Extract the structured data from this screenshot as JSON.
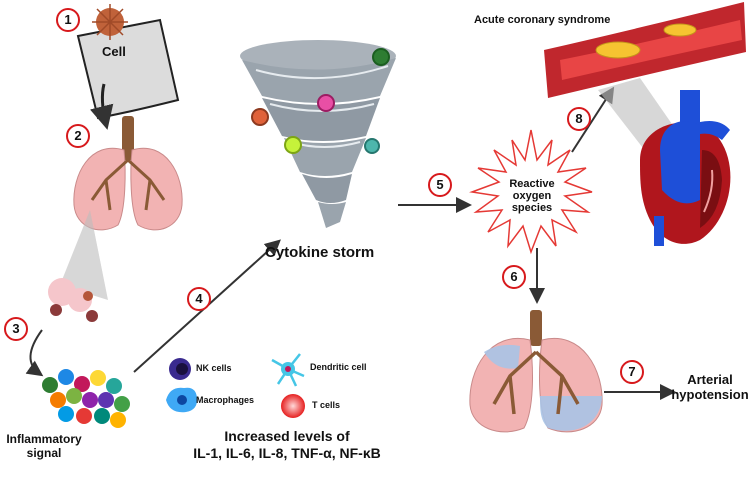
{
  "steps": [
    "1",
    "2",
    "3",
    "4",
    "5",
    "6",
    "7",
    "8"
  ],
  "labels": {
    "cell": "Cell",
    "inflammatory_line1": "Inflammatory",
    "inflammatory_line2": "signal",
    "cytokine_storm": "Cytokine storm",
    "ros_line1": "Reactive",
    "ros_line2": "oxygen",
    "ros_line3": "species",
    "acs": "Acute coronary syndrome",
    "arterial_line1": "Arterial",
    "arterial_line2": "hypotension",
    "increased_line1": "Increased levels of",
    "increased_line2": "IL-1, IL-6, IL-8, TNF-α, NF-κB"
  },
  "legend": [
    {
      "label": "NK cells",
      "icon": "nk-cell-icon"
    },
    {
      "label": "Macrophages",
      "icon": "macrophage-icon"
    },
    {
      "label": "Dendritic cell",
      "icon": "dendritic-cell-icon"
    },
    {
      "label": "T cells",
      "icon": "t-cell-icon"
    }
  ],
  "colors": {
    "badge_border": "#d7191c",
    "lung_tissue": "#f2b3b3",
    "bronchi": "#8a5a36",
    "fluid": "#a9c3e6",
    "tornado": "#9aa4ad",
    "vessel": "#c0272d"
  }
}
